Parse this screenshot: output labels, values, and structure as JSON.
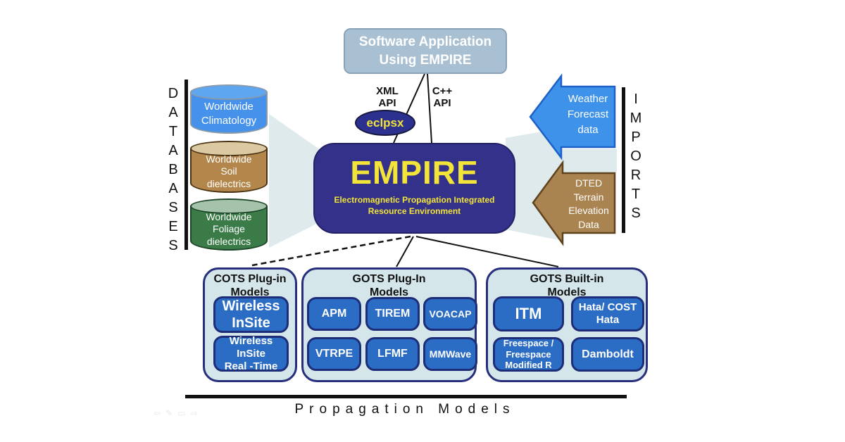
{
  "colors": {
    "empire_navy": "#34318a",
    "accent_yellow": "#f2e438",
    "top_box_fill": "#a8c0d2",
    "cylinder_blue": "#4691ea",
    "cylinder_soil_brown": "#b3874b",
    "cylinder_foliage_green": "#3a7b48",
    "arrow_blue": "#3e92ea",
    "arrow_brown": "#aa8450",
    "panel_fill": "#d4e6ea",
    "panel_border": "#272f7d",
    "model_button_blue": "#2b6cc4",
    "funnel_light": "#dfeaec"
  },
  "top_box": {
    "label": "Software Application\nUsing EMPIRE"
  },
  "apis": {
    "xml": "XML\nAPI",
    "cpp": "C++\nAPI"
  },
  "eclpsx_label": "eclpsx",
  "empire": {
    "title": "EMPIRE",
    "subtitle": "Electromagnetic Propagation Integrated\nResource Environment"
  },
  "databases": {
    "title": "DATABASES",
    "cylinders": [
      {
        "label": "Worldwide\nClimatology"
      },
      {
        "label": "Worldwide\nSoil\ndielectrics"
      },
      {
        "label": "Worldwide\nFoliage\ndielectrics"
      }
    ]
  },
  "imports": {
    "title": "IMPORTS",
    "arrows": [
      {
        "label": "Weather\nForecast\ndata"
      },
      {
        "label": "DTED\nTerrain\nElevation\nData"
      }
    ]
  },
  "panels": [
    {
      "title": "COTS Plug-in\nModels",
      "models": [
        "Wireless\nInSite",
        "Wireless\nInSite\nReal -Time"
      ]
    },
    {
      "title": "GOTS Plug-In\nModels",
      "models": [
        "APM",
        "TIREM",
        "VOACAP",
        "VTRPE",
        "LFMF",
        "MMWave"
      ]
    },
    {
      "title": "GOTS Built-in\nModels",
      "models": [
        "ITM",
        "Hata/ COST\nHata",
        "Freespace /\nFreespace\nModified R",
        "Damboldt"
      ]
    }
  ],
  "footer": {
    "label": "Propagation Models"
  },
  "ghost_icons": {
    "prev": "⇦",
    "pen": "✎",
    "slide": "▭",
    "next": "⇨"
  }
}
